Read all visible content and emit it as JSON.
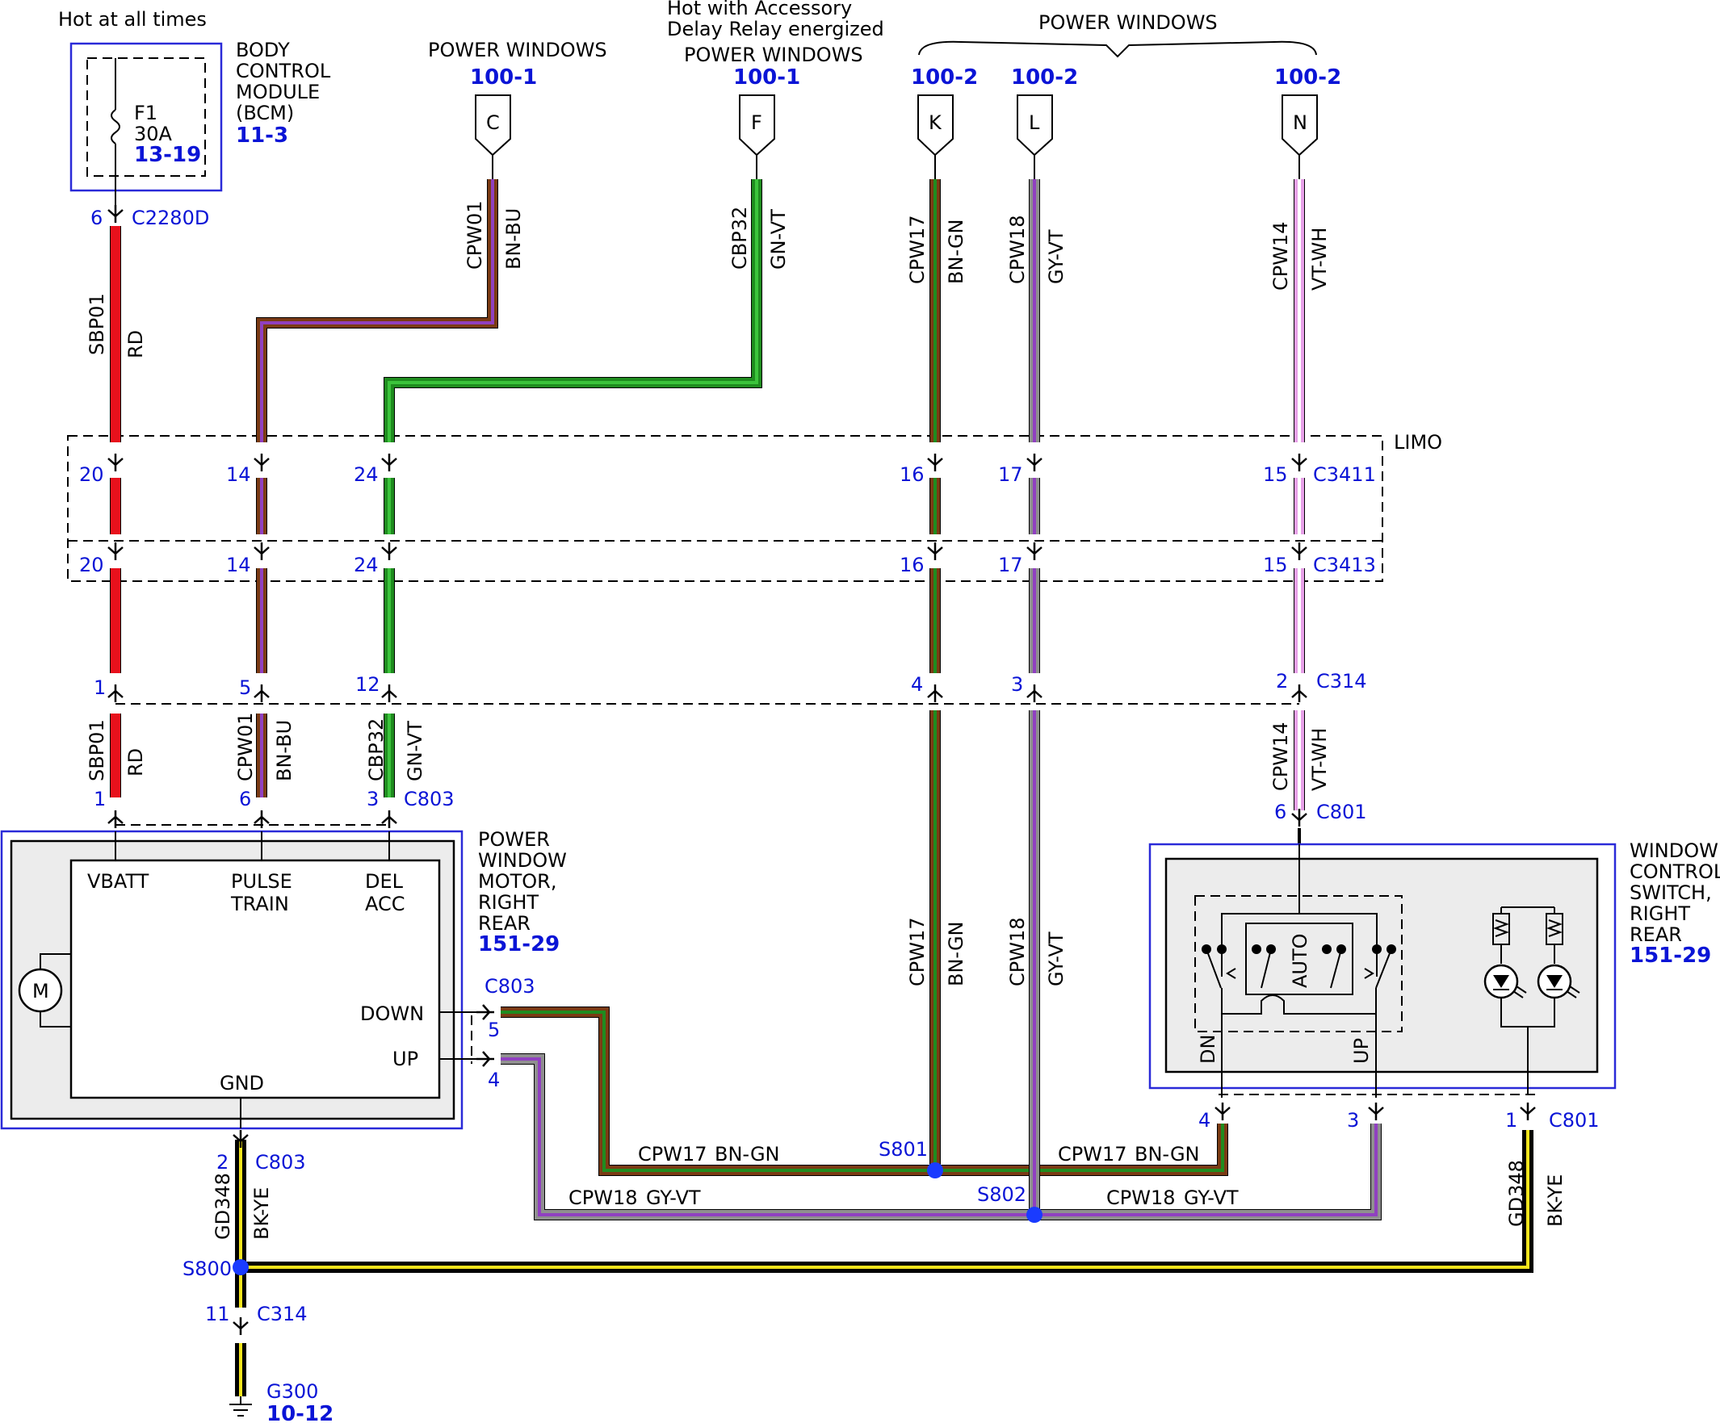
{
  "header": {
    "hot_at_all_times": "Hot at all times",
    "hot_accessory_1": "Hot with Accessory",
    "hot_accessory_2": "Delay Relay energized",
    "power_windows": "POWER WINDOWS"
  },
  "bcm": {
    "lines": [
      "BODY",
      "CONTROL",
      "MODULE",
      "(BCM)"
    ],
    "ref": "11-3",
    "fuse": "F1",
    "fuse_rating": "30A",
    "fuse_ref": "13-19"
  },
  "sources": [
    {
      "pin": "C",
      "ref": "100-1"
    },
    {
      "pin": "F",
      "ref": "100-1"
    },
    {
      "pin": "K",
      "ref": "100-2"
    },
    {
      "pin": "L",
      "ref": "100-2"
    },
    {
      "pin": "N",
      "ref": "100-2"
    }
  ],
  "wires": {
    "sbp01": {
      "circuit": "SBP01",
      "color": "RD"
    },
    "cpw01": {
      "circuit": "CPW01",
      "color": "BN-BU"
    },
    "cbp32": {
      "circuit": "CBP32",
      "color": "GN-VT"
    },
    "cpw17": {
      "circuit": "CPW17",
      "color": "BN-GN"
    },
    "cpw18": {
      "circuit": "CPW18",
      "color": "GY-VT"
    },
    "cpw14": {
      "circuit": "CPW14",
      "color": "VT-WH"
    },
    "gd348": {
      "circuit": "GD348",
      "color": "BK-YE"
    }
  },
  "connectors": {
    "c2280d": {
      "name": "C2280D",
      "pin": "6"
    },
    "c3411": {
      "name": "C3411",
      "pins": [
        "20",
        "14",
        "24",
        "16",
        "17",
        "15"
      ]
    },
    "c3413": {
      "name": "C3413",
      "pins": [
        "20",
        "14",
        "24",
        "16",
        "17",
        "15"
      ]
    },
    "c314_top": {
      "name": "C314",
      "pins": [
        "1",
        "5",
        "12",
        "4",
        "3",
        "2"
      ]
    },
    "c803_top": {
      "name": "C803",
      "pins": [
        "1",
        "6",
        "3"
      ]
    },
    "c801_top": {
      "name": "C801",
      "pin": "6"
    },
    "c803_side": {
      "name": "C803",
      "pins": [
        "5",
        "4"
      ]
    },
    "c801_bottom": {
      "name": "C801",
      "pins": [
        "4",
        "3",
        "1"
      ]
    },
    "c803_gnd": {
      "name": "C803",
      "pin": "2"
    },
    "c314_gnd": {
      "name": "C314",
      "pin": "11"
    }
  },
  "limo": "LIMO",
  "motor": {
    "lines": [
      "POWER",
      "WINDOW",
      "MOTOR,",
      "RIGHT",
      "REAR"
    ],
    "ref": "151-29",
    "symbol": "M",
    "vbatt": "VBATT",
    "pulse1": "PULSE",
    "pulse2": "TRAIN",
    "del1": "DEL",
    "del2": "ACC",
    "down": "DOWN",
    "up": "UP",
    "gnd": "GND"
  },
  "switch": {
    "lines": [
      "WINDOW",
      "CONTROL",
      "SWITCH,",
      "RIGHT",
      "REAR"
    ],
    "ref": "151-29",
    "auto": "AUTO",
    "dn": "DN",
    "up": "UP"
  },
  "splices": {
    "s800": "S800",
    "s801": "S801",
    "s802": "S802"
  },
  "ground": {
    "name": "G300",
    "ref": "10-12"
  },
  "colors": {
    "red": "#e8111c",
    "brown": "#7a3b14",
    "blue": "#3550e0",
    "violet": "#9040c0",
    "green": "#1f8c1f",
    "green_light": "#3cc43c",
    "gray": "#8f8f8f",
    "pink": "#e7a0e8",
    "white": "#ffffff",
    "black": "#000000",
    "yellow": "#f3e41c",
    "accent_blue": "#0a14d6"
  }
}
